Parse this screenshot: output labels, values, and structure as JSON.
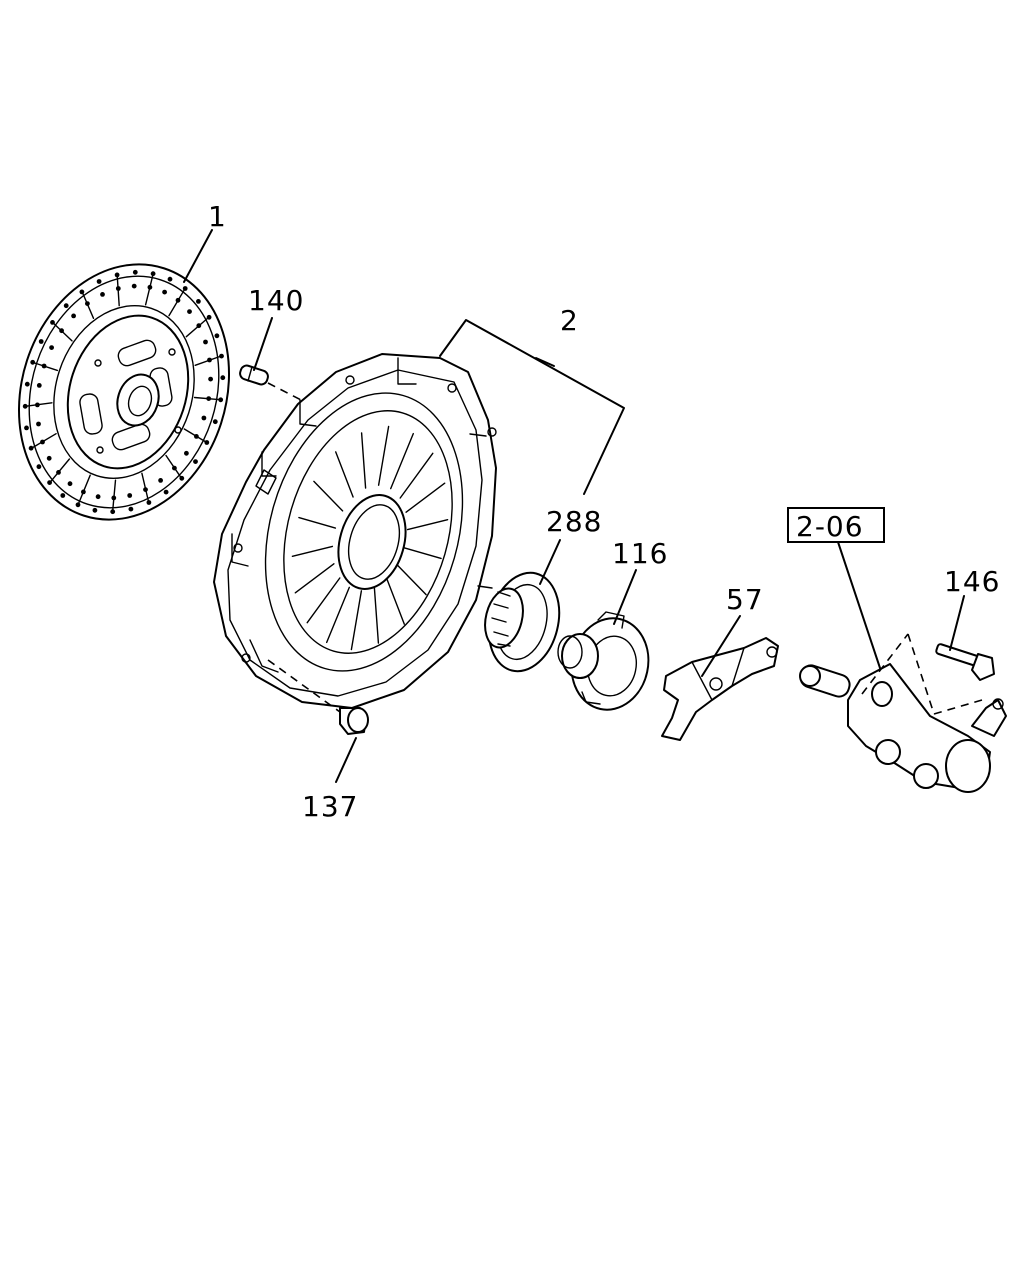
{
  "callouts": {
    "clutch_disc": "1",
    "pilot_pin": "140",
    "pressure_plate": "2",
    "needle_bearing": "288",
    "release_bearing": "116",
    "release_fork": "57",
    "slave_cylinder_ref": "2-06",
    "slave_bolt": "146",
    "cover_bolt": "137"
  }
}
